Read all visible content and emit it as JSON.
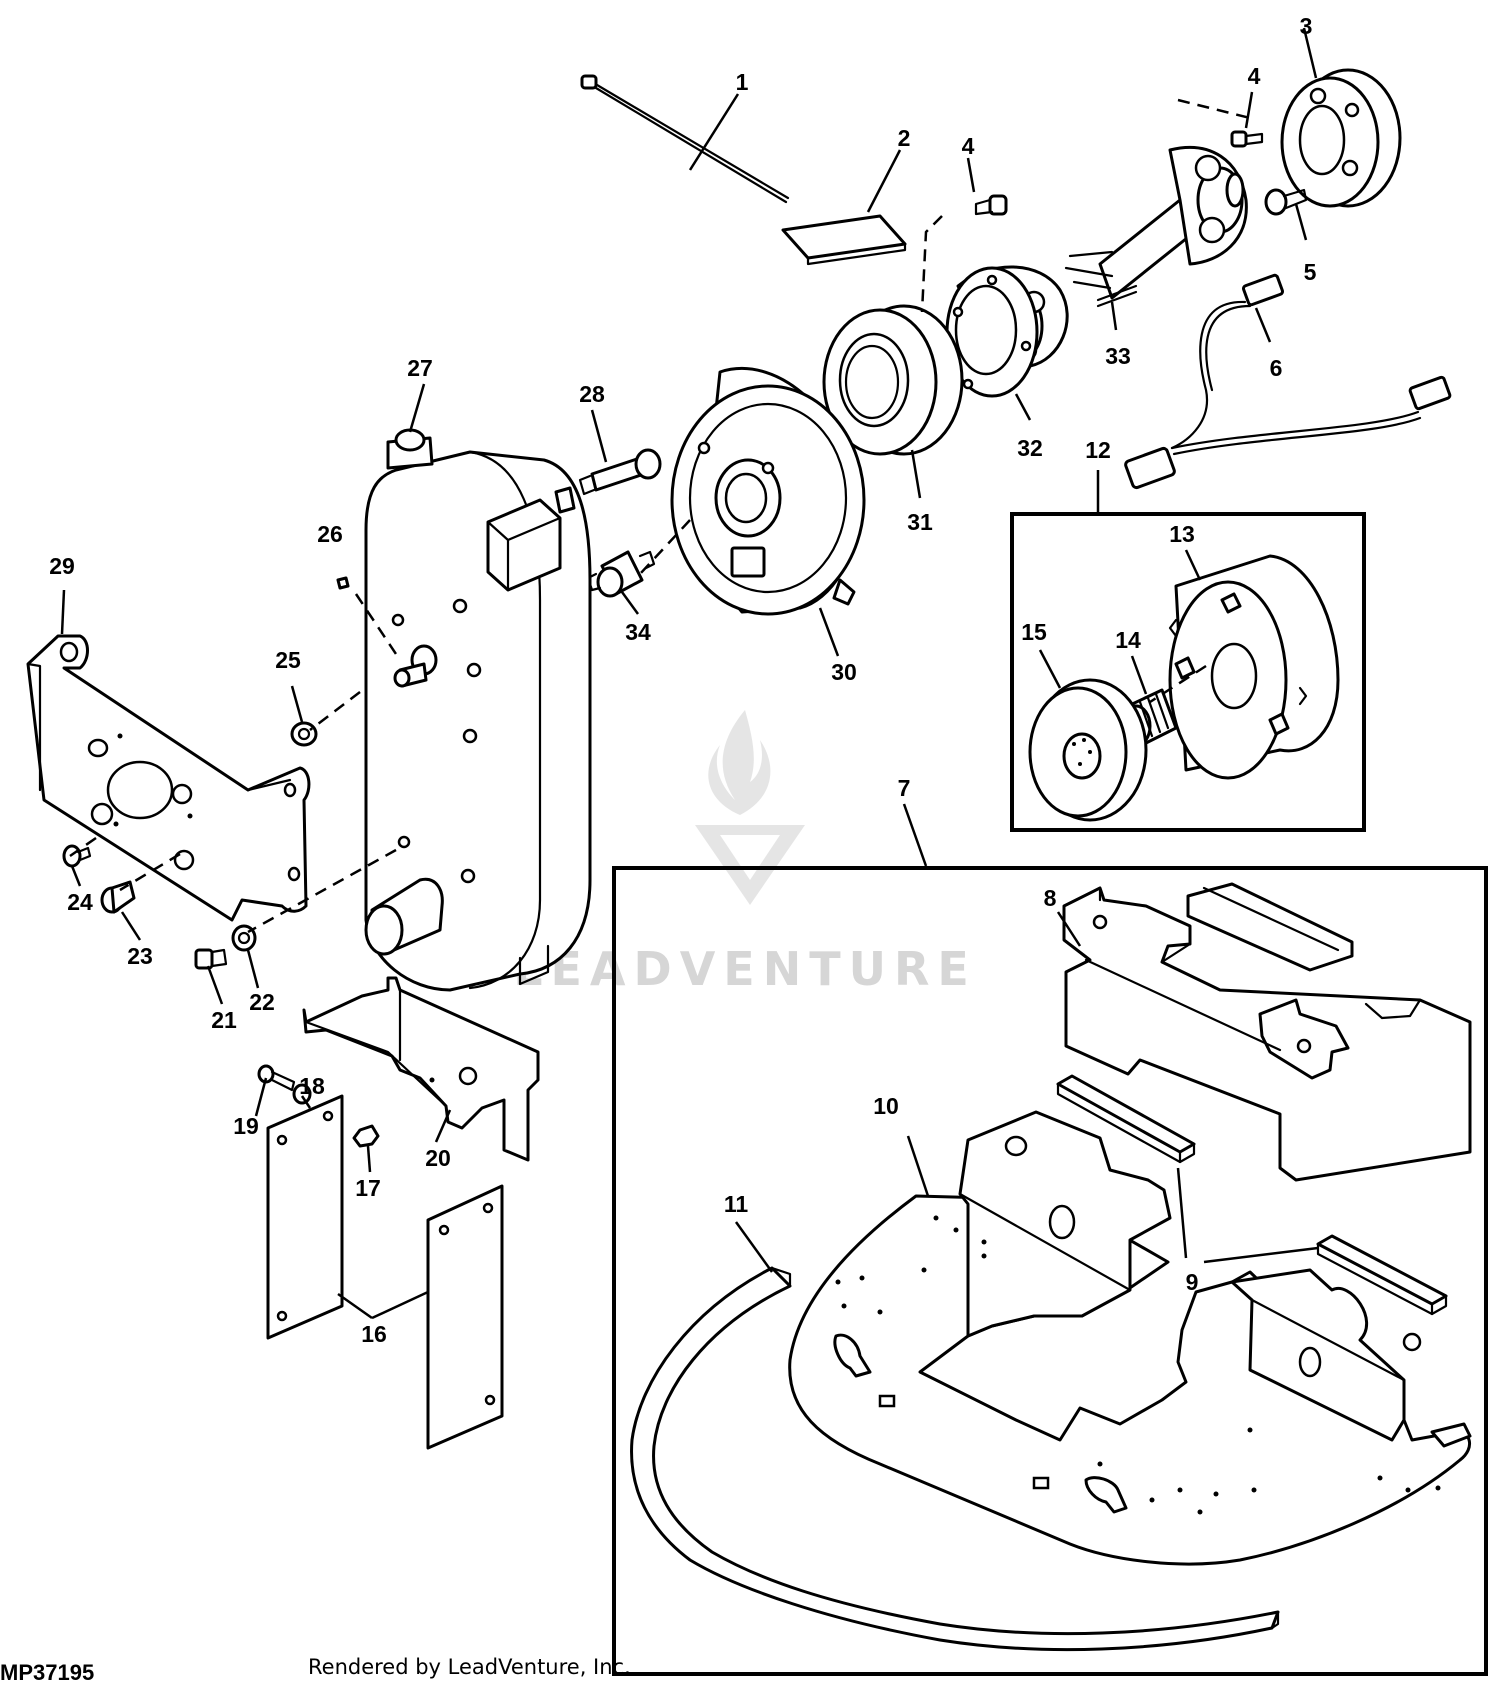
{
  "diagram": {
    "figure_code": "MP37195",
    "credit": "Rendered by LeadVenture, Inc.",
    "watermark": "LEADVENTURE",
    "callouts": [
      "1",
      "2",
      "3",
      "4",
      "4",
      "5",
      "6",
      "7",
      "8",
      "9",
      "10",
      "11",
      "12",
      "13",
      "14",
      "15",
      "16",
      "17",
      "18",
      "19",
      "20",
      "21",
      "22",
      "23",
      "24",
      "25",
      "26",
      "27",
      "28",
      "29",
      "30",
      "31",
      "32",
      "33",
      "34"
    ]
  }
}
